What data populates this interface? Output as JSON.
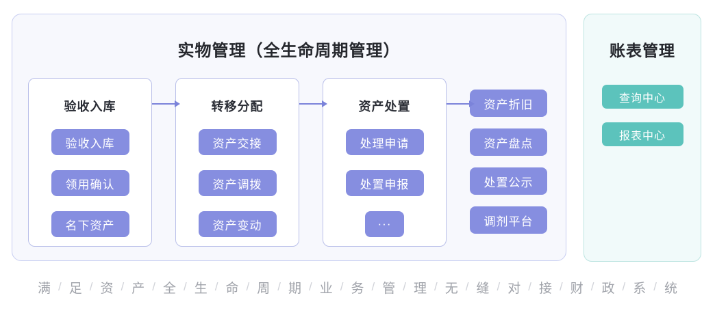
{
  "main_panel": {
    "title": "实物管理（全生命周期管理）",
    "stages": [
      {
        "title": "验收入库",
        "items": [
          "验收入库",
          "领用确认",
          "名下资产"
        ]
      },
      {
        "title": "转移分配",
        "items": [
          "资产交接",
          "资产调拨",
          "资产变动"
        ]
      },
      {
        "title": "资产处置",
        "items": [
          "处理申请",
          "处置申报",
          "···"
        ]
      }
    ],
    "side_items": [
      "资产折旧",
      "资产盘点",
      "处置公示",
      "调剂平台"
    ]
  },
  "ledger_panel": {
    "title": "账表管理",
    "items": [
      "查询中心",
      "报表中心"
    ]
  },
  "tagline": {
    "characters": [
      "满",
      "足",
      "资",
      "产",
      "全",
      "生",
      "命",
      "周",
      "期",
      "业",
      "务",
      "管",
      "理",
      "无",
      "缝",
      "对",
      "接",
      "财",
      "政",
      "系",
      "统"
    ],
    "separator": "/"
  },
  "colors": {
    "module_purple": "#868ee0",
    "panel_purple_bg": "#f7f8fd",
    "panel_purple_border": "#c7cdf1",
    "card_border": "#b9bfe9",
    "arrow_purple": "#7b83da",
    "ledger_teal": "#5cc3bc",
    "ledger_bg": "#f1fafa",
    "ledger_border": "#bce4e1",
    "title_dark": "#25272d",
    "tagline_gray": "#a0a3aa"
  }
}
